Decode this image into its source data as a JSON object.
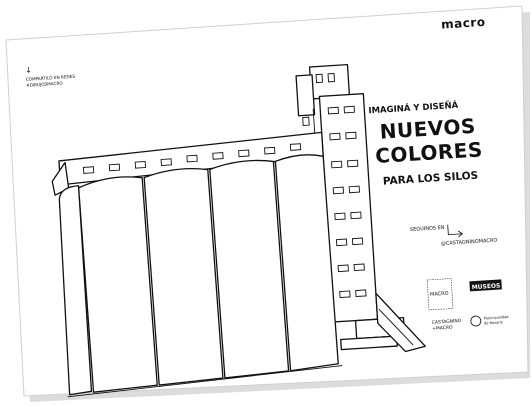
{
  "poster": {
    "paper_color": "#ffffff",
    "ink_color": "#111111",
    "shadow_color": "#bfbfbf",
    "brand_logo": "macro",
    "share_note": {
      "arrow": "↓",
      "line1": "COMPARTILO EN REDES",
      "line2": "#DIBUJOSMACRO"
    },
    "headline": {
      "kicker": "IMAGINÁ Y DISEÑÁ",
      "line1": "NUEVOS",
      "line2": "COLORES",
      "line3": "PARA LOS SILOS"
    },
    "follow": {
      "label": "SEGUINOS EN",
      "handle": "@CASTAGNINOMACRO"
    },
    "sponsors": {
      "macro_block": "MACRO",
      "museos_logo": "MUSEOS",
      "castagnino": "CASTAGNINO",
      "castagnino_macro": "+MACRO",
      "municipalidad_line1": "Municipalidad",
      "municipalidad_line2": "de Rosario"
    }
  }
}
